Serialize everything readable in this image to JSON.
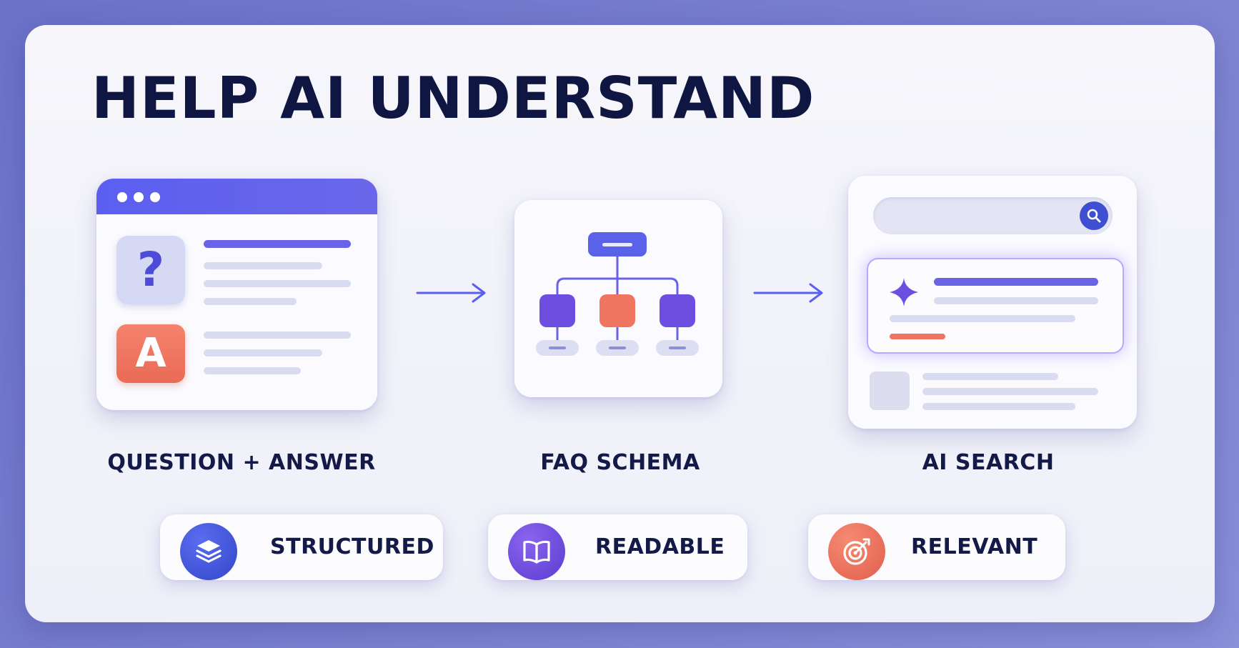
{
  "title": "HELP AI UNDERSTAND",
  "steps": [
    {
      "label": "QUESTION + ANSWER",
      "icon_q": "?",
      "icon_a": "A"
    },
    {
      "label": "FAQ SCHEMA"
    },
    {
      "label": "AI SEARCH"
    }
  ],
  "features": [
    {
      "label": "STRUCTURED",
      "icon": "layers-icon",
      "color": "#3f55d8"
    },
    {
      "label": "READABLE",
      "icon": "book-icon",
      "color": "#6a48dc"
    },
    {
      "label": "RELEVANT",
      "icon": "target-icon",
      "color": "#ef6b5c"
    }
  ],
  "colors": {
    "accent": "#6a63e8",
    "coral": "#ef7461",
    "navy": "#101642",
    "purple": "#6d4ee0"
  }
}
